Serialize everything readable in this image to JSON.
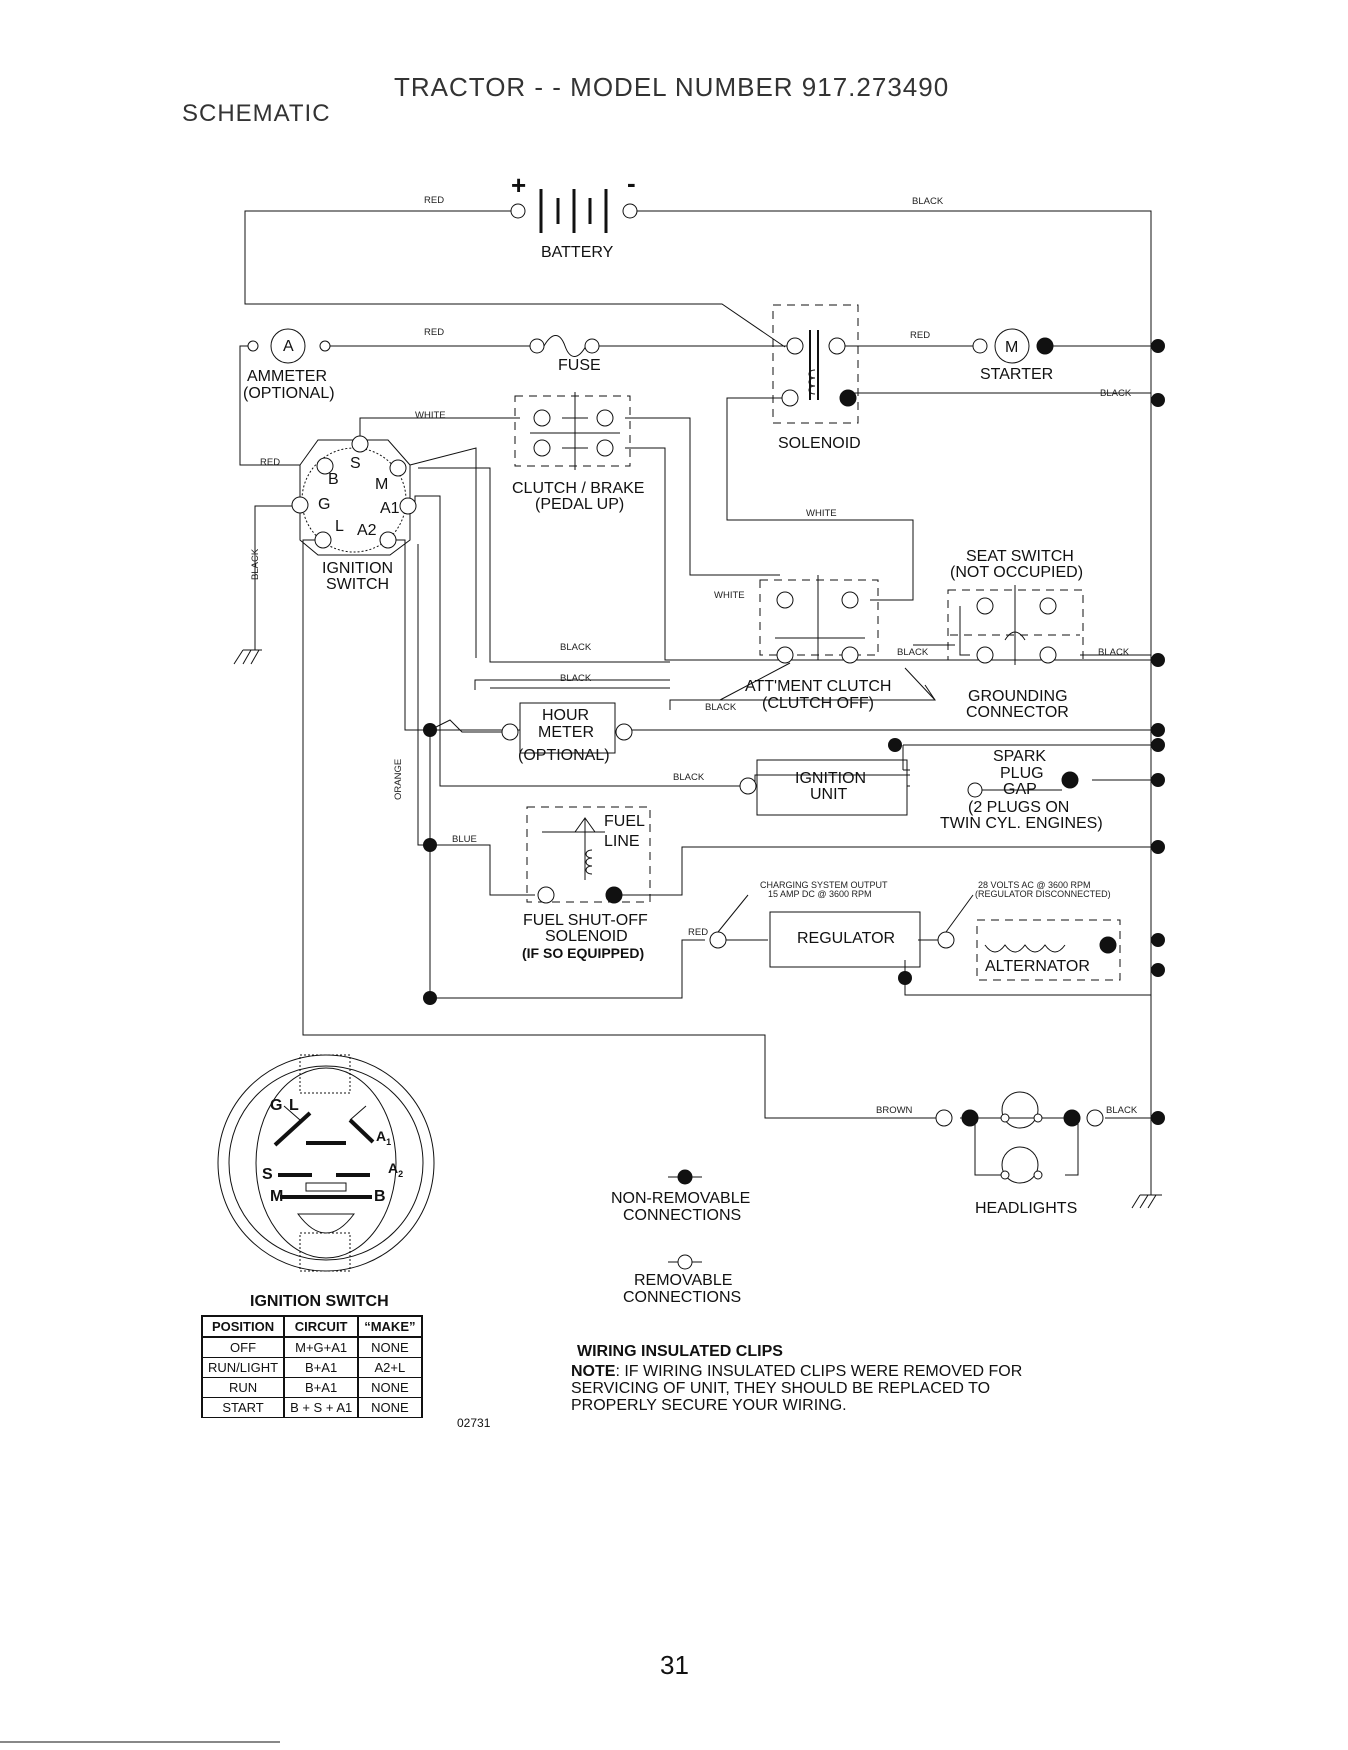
{
  "header": {
    "title": "TRACTOR - - MODEL NUMBER 917.273490",
    "subtitle": "SCHEMATIC"
  },
  "components": {
    "battery": "BATTERY",
    "battery_plus": "+",
    "battery_minus": "-",
    "ammeter_letter": "A",
    "ammeter": "AMMETER",
    "ammeter_opt": "(OPTIONAL)",
    "fuse": "FUSE",
    "solenoid": "SOLENOID",
    "starter_letter": "M",
    "starter": "STARTER",
    "clutch_brake": "CLUTCH / BRAKE",
    "clutch_brake_state": "(PEDAL UP)",
    "ign_switch_line1": "IGNITION",
    "ign_switch_line2": "SWITCH",
    "term_s": "S",
    "term_b": "B",
    "term_m": "M",
    "term_g": "G",
    "term_a1": "A1",
    "term_l": "L",
    "term_a2": "A2",
    "seat_switch": "SEAT SWITCH",
    "seat_switch_state": "(NOT OCCUPIED)",
    "grounding": "GROUNDING",
    "connector": "CONNECTOR",
    "attment_clutch": "ATT'MENT CLUTCH",
    "attment_clutch_state": "(CLUTCH OFF)",
    "hour": "HOUR",
    "meter": "METER",
    "hour_opt": "(OPTIONAL)",
    "ign_unit_1": "IGNITION",
    "ign_unit_2": "UNIT",
    "spark": "SPARK",
    "plug": "PLUG",
    "gap": "GAP",
    "plugs_on": "(2 PLUGS ON",
    "twin_cyl": "TWIN CYL. ENGINES)",
    "fuel": "FUEL",
    "line": "LINE",
    "fuel_shutoff": "FUEL SHUT-OFF",
    "fuel_solenoid": "SOLENOID",
    "if_equipped": "(IF SO EQUIPPED)",
    "charging_1": "CHARGING SYSTEM OUTPUT",
    "charging_2": "15 AMP DC @ 3600 RPM",
    "volts_1": "28 VOLTS AC @ 3600 RPM",
    "volts_2": "(REGULATOR DISCONNECTED)",
    "regulator": "REGULATOR",
    "alternator": "ALTERNATOR",
    "headlights": "HEADLIGHTS"
  },
  "wires": {
    "red": "RED",
    "black": "BLACK",
    "white": "WHITE",
    "orange": "ORANGE",
    "blue": "BLUE",
    "brown": "BROWN"
  },
  "legend": {
    "non_removable_1": "NON-REMOVABLE",
    "non_removable_2": "CONNECTIONS",
    "removable_1": "REMOVABLE",
    "removable_2": "CONNECTIONS"
  },
  "ignition_detail": {
    "title": "IGNITION SWITCH",
    "g": "G",
    "l": "L",
    "a1": "A",
    "a1_sub": "1",
    "s": "S",
    "a2": "A",
    "a2_sub": "2",
    "m": "M",
    "b": "B"
  },
  "ignition_table": {
    "headers": [
      "POSITION",
      "CIRCUIT",
      "“MAKE”"
    ],
    "rows": [
      [
        "OFF",
        "M+G+A1",
        "NONE"
      ],
      [
        "RUN/LIGHT",
        "B+A1",
        "A2+L"
      ],
      [
        "RUN",
        "B+A1",
        "NONE"
      ],
      [
        "START",
        "B + S + A1",
        "NONE"
      ]
    ]
  },
  "figure_code": "02731",
  "notes": {
    "heading": "WIRING INSULATED CLIPS",
    "note_label": "NOTE",
    "line1": ": IF WIRING INSULATED CLIPS WERE REMOVED FOR",
    "line2": "SERVICING OF UNIT, THEY SHOULD BE REPLACED TO",
    "line3": "PROPERLY SECURE YOUR WIRING."
  },
  "page_number": "31"
}
